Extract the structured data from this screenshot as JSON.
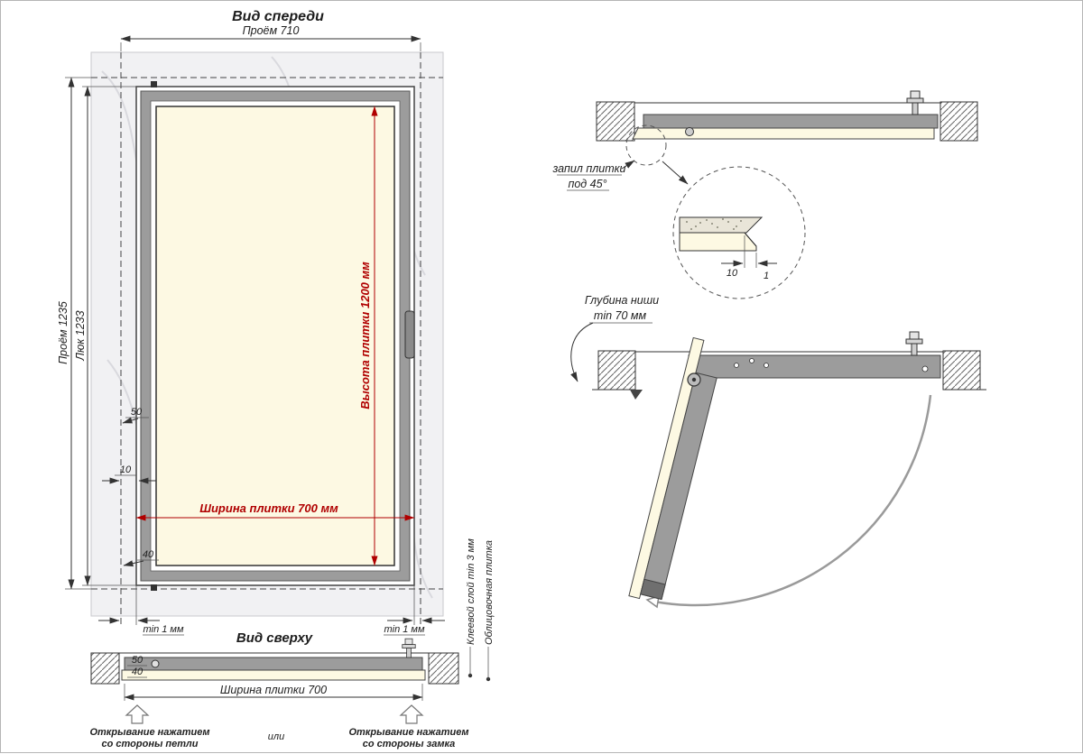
{
  "colors": {
    "dimension_red": "#b00000",
    "tile_cream": "#fdf9e3",
    "frame_gray": "#9c9c9c",
    "wall_light": "#f1f1f3",
    "line_dark": "#333333"
  },
  "front_view": {
    "title": "Вид спереди",
    "dim_opening_width": "Проём 710",
    "dim_opening_height": "Проём 1235",
    "dim_hatch_height": "Люк 1233",
    "dim_tile_height": "Высота плитки 1200 мм",
    "dim_tile_width": "Ширина плитки 700 мм",
    "dim_offset_50": "50",
    "dim_gap_10": "10",
    "dim_offset_40": "40",
    "dim_min_gap_left": "min 1 мм",
    "dim_min_gap_right": "min 1 мм"
  },
  "top_view": {
    "title": "Вид сверху",
    "dim_50": "50",
    "dim_40": "40",
    "dim_tile_width": "Ширина плитки 700",
    "label_adhesive_layer": "Клеевой слой min 3 мм",
    "label_facing_tile": "Облицовочная плитка",
    "open_hinge_line1": "Открывание нажатием",
    "open_hinge_line2": "со стороны петли",
    "label_or": "или",
    "open_lock_line1": "Открывание нажатием",
    "open_lock_line2": "со стороны замка"
  },
  "section_closed": {
    "label_cut_line1": "запил плитки",
    "label_cut_line2": "под 45°",
    "detail_dim_10": "10",
    "detail_dim_1": "1"
  },
  "section_open": {
    "label_depth_line1": "Глубина ниши",
    "label_depth_line2": "min 70 мм"
  }
}
